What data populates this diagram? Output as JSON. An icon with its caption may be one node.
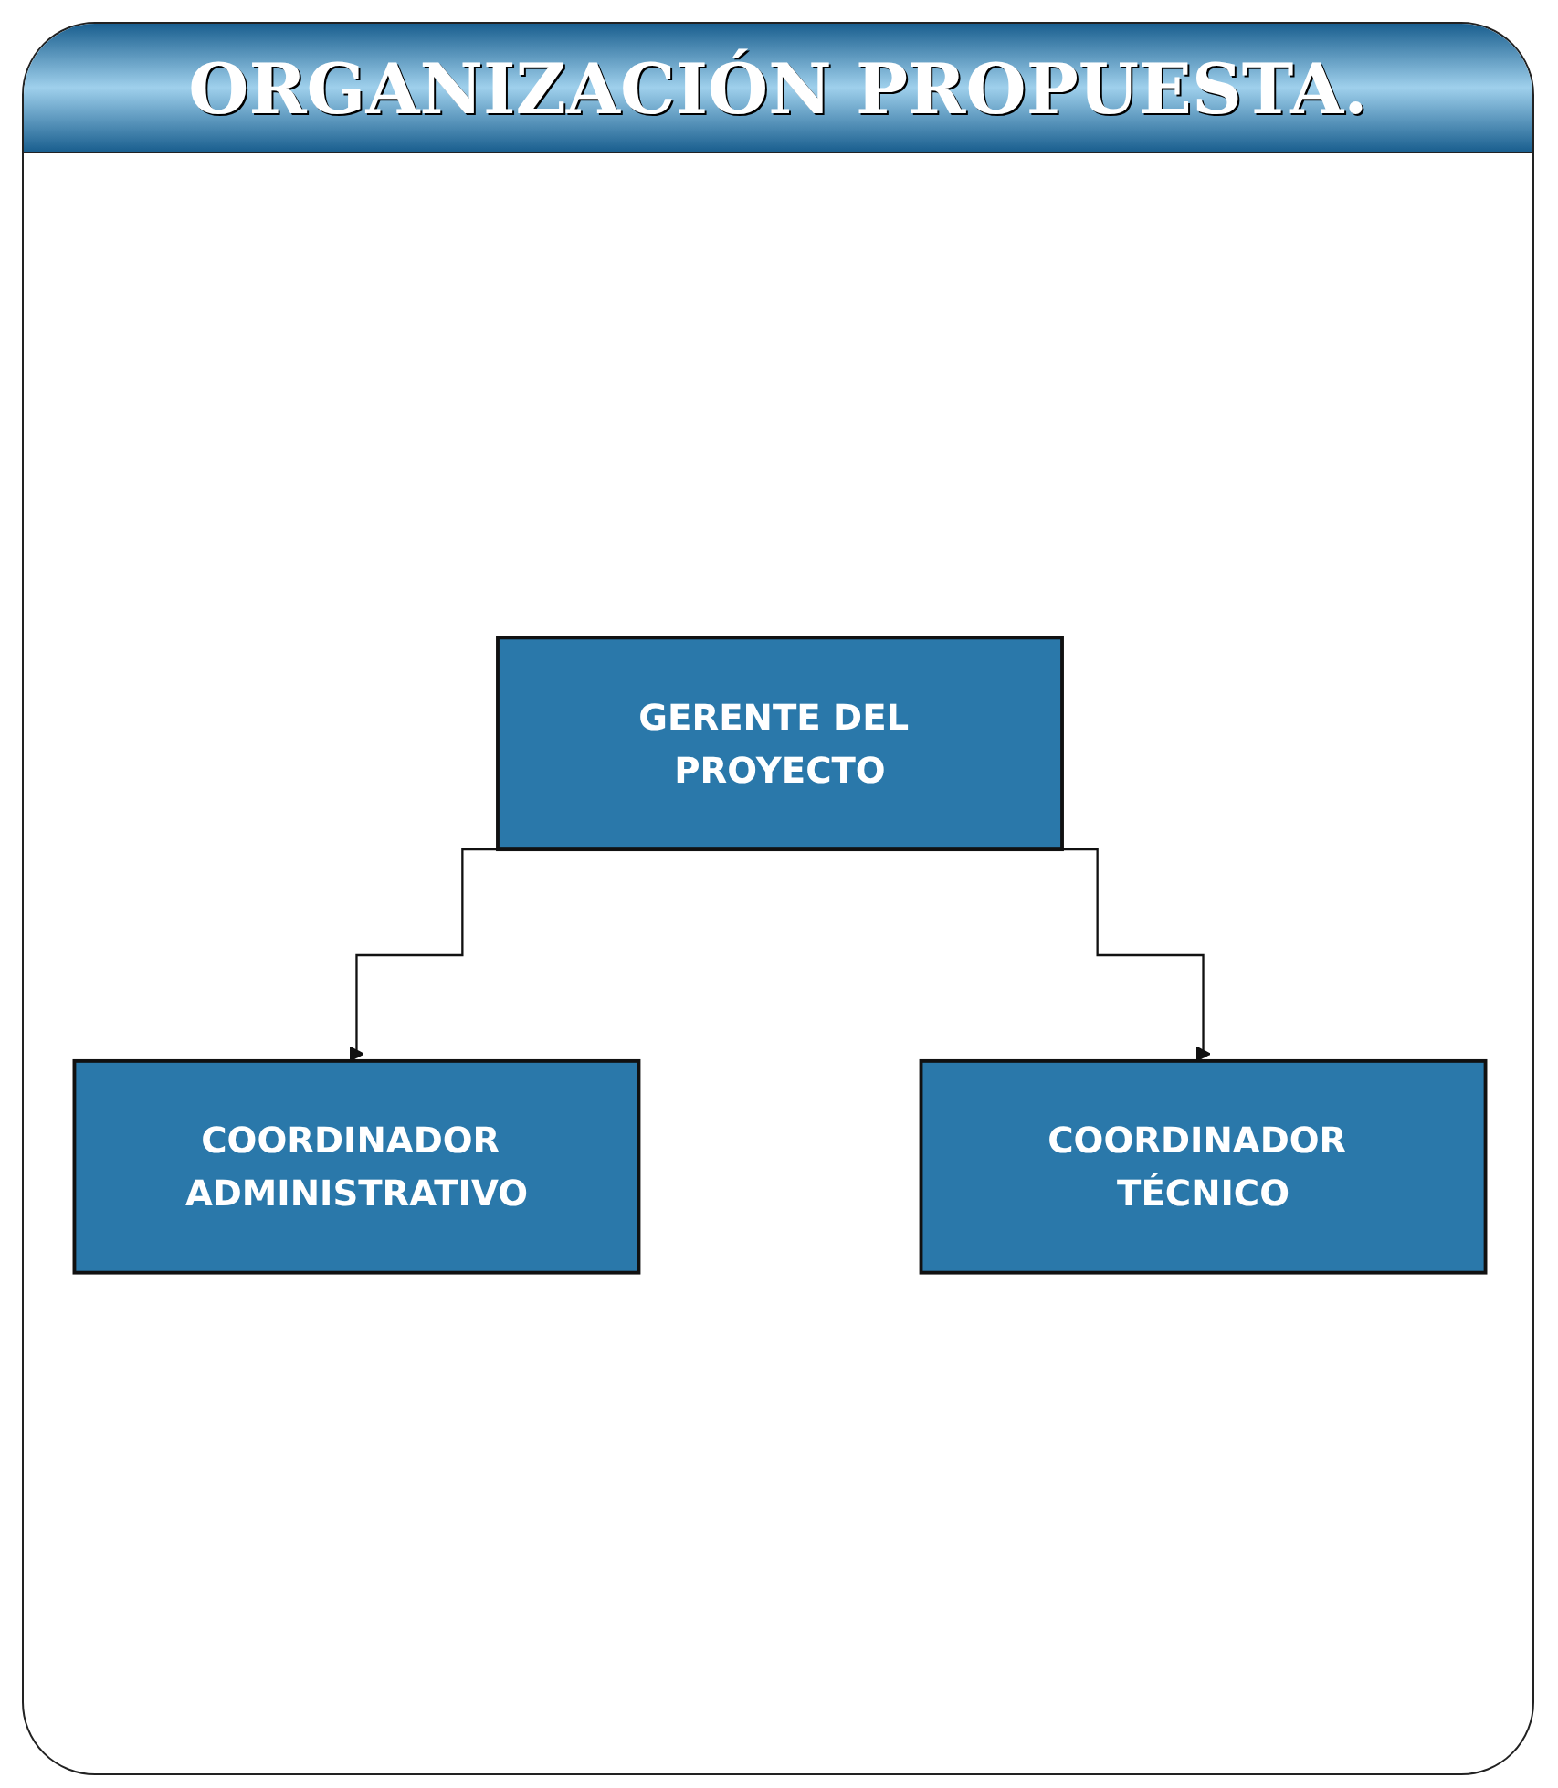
{
  "diagram": {
    "title": "ORGANIZACIÓN PROPUESTA.",
    "nodes": [
      {
        "text": [
          "GERENTE DEL PROYECTO"
        ]
      },
      {
        "text": [
          "COORDINADOR ADMINISTRATIVO"
        ]
      },
      {
        "text": [
          "COORDINADOR TÉCNICO"
        ]
      }
    ],
    "edges": [
      {
        "from": 0,
        "to": 1,
        "arrow": "to"
      },
      {
        "from": 0,
        "to": 2,
        "arrow": "to"
      }
    ]
  }
}
